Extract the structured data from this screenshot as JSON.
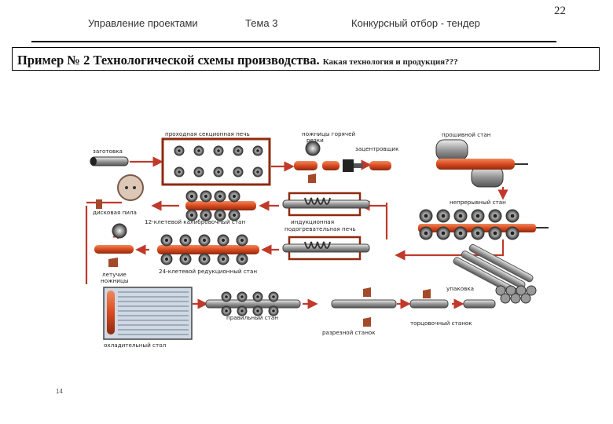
{
  "header": {
    "course": "Управление проектами",
    "topic": "Тема 3",
    "section": "Конкурсный отбор - тендер",
    "page_number": "22"
  },
  "title": {
    "main": "Пример № 2 Технологической схемы производства.",
    "question": "Какая технология и продукция???"
  },
  "footer": {
    "slide_number": "14"
  },
  "diagram": {
    "labels": {
      "billet": "заготовка",
      "furnace": "проходная секционная печь",
      "hot_shears": "ножницы горячей резки",
      "centering": "зацентровщик",
      "piercing_mill": "прошивной стан",
      "disc_saw": "дисковая пила",
      "sizing_mill": "12-клетевой калибровочный стан",
      "induction_heater_1": "индукционная",
      "induction_heater_2": "подогревательная печь",
      "continuous_mill": "непрерывный стан",
      "flying_shears_1": "летучие",
      "flying_shears_2": "ножницы",
      "reducing_mill": "24-клетевой редукционный стан",
      "packing": "упаковка",
      "cooling_table": "охладительный стол",
      "straightening_mill": "правильный стан",
      "cutting_machine": "разрезной станок",
      "end_machine": "торцовочный станок"
    }
  }
}
